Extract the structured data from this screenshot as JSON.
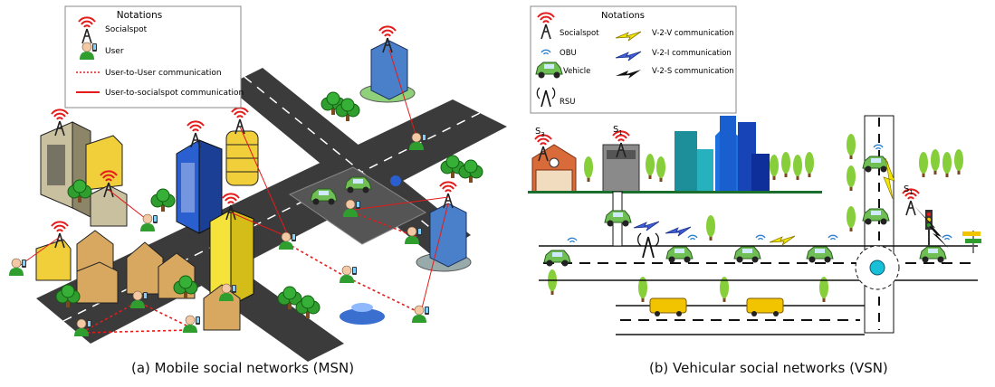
{
  "msn": {
    "legend": {
      "title": "Notations",
      "items": [
        {
          "label": "Socialspot",
          "icon": "socialspot-tower-icon"
        },
        {
          "label": "User",
          "icon": "user-phone-icon"
        },
        {
          "label": "User-to-User communication",
          "line": "dotted",
          "color": "#e31b1b"
        },
        {
          "label": "User-to-socialspot communication",
          "line": "solid",
          "color": "#e31b1b"
        }
      ]
    },
    "caption": "(a)  Mobile social networks (MSN)"
  },
  "vsn": {
    "legend": {
      "title": "Notations",
      "left": [
        {
          "label": "Socialspot",
          "icon": "socialspot-tower-icon"
        },
        {
          "label": "OBU",
          "icon": "obu-wifi-icon"
        },
        {
          "label": "Vehicle",
          "icon": "vehicle-icon"
        },
        {
          "label": "RSU",
          "icon": "rsu-antenna-icon"
        }
      ],
      "right": [
        {
          "label": "V-2-V communication",
          "color": "#f2e600"
        },
        {
          "label": "V-2-I communication",
          "color": "#3f5fd8"
        },
        {
          "label": "V-2-S communication",
          "color": "#111111"
        }
      ]
    },
    "spot_labels": {
      "s3": "S",
      "s3_sub": "3",
      "s1": "S",
      "s1_sub": "1"
    },
    "caption": "(b)  Vehicular social networks (VSN)"
  },
  "colors": {
    "road": "#3b3b3b",
    "tree": "#2f9e2f",
    "signal": "#e31b1b",
    "building_blue": "#2a5fcf"
  }
}
